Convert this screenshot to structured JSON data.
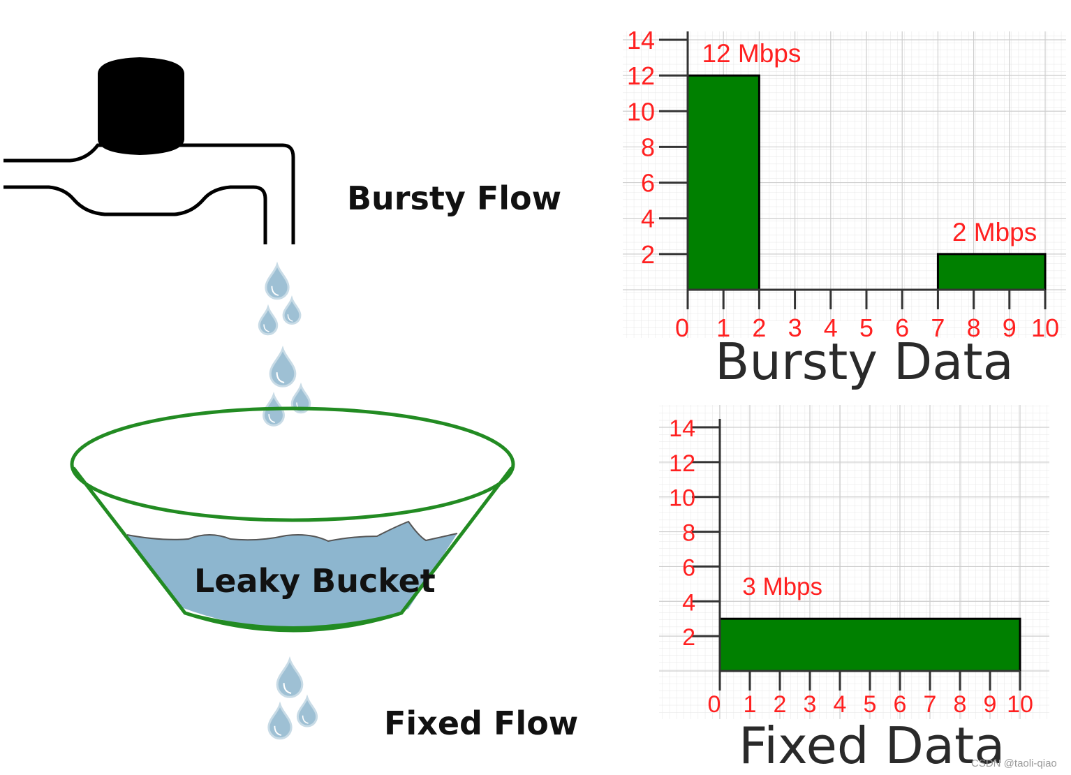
{
  "diagram": {
    "top_label": "Bursty Flow",
    "bucket_label": "Leaky Bucket",
    "bottom_label": "Fixed Flow",
    "colors": {
      "bucket_outline": "#228b22",
      "water": "#8db6cf",
      "drop": "#9ec0d4",
      "faucet": "#000000"
    }
  },
  "chart_data": [
    {
      "type": "bar",
      "title": "Bursty Data",
      "xlim": [
        0,
        10
      ],
      "ylim": [
        0,
        14
      ],
      "x_ticks": [
        "0",
        "1",
        "2",
        "3",
        "4",
        "5",
        "6",
        "7",
        "8",
        "9",
        "10"
      ],
      "y_ticks": [
        "2",
        "4",
        "6",
        "8",
        "10",
        "12",
        "14"
      ],
      "grid": true,
      "bars": [
        {
          "x_start": 0,
          "x_end": 2,
          "value": 12,
          "label": "12 Mbps"
        },
        {
          "x_start": 7,
          "x_end": 10,
          "value": 2,
          "label": "2 Mbps"
        }
      ],
      "colors": {
        "bar": "#008000",
        "ticks": "#ff2020"
      }
    },
    {
      "type": "bar",
      "title": "Fixed Data",
      "xlim": [
        0,
        10
      ],
      "ylim": [
        0,
        14
      ],
      "x_ticks": [
        "0",
        "1",
        "2",
        "3",
        "4",
        "5",
        "6",
        "7",
        "8",
        "9",
        "10"
      ],
      "y_ticks": [
        "2",
        "4",
        "6",
        "8",
        "10",
        "12",
        "14"
      ],
      "grid": true,
      "bars": [
        {
          "x_start": 0,
          "x_end": 10,
          "value": 3,
          "label": "3 Mbps"
        }
      ],
      "colors": {
        "bar": "#008000",
        "ticks": "#ff2020"
      }
    }
  ],
  "watermark": "CSDN @taoli-qiao"
}
